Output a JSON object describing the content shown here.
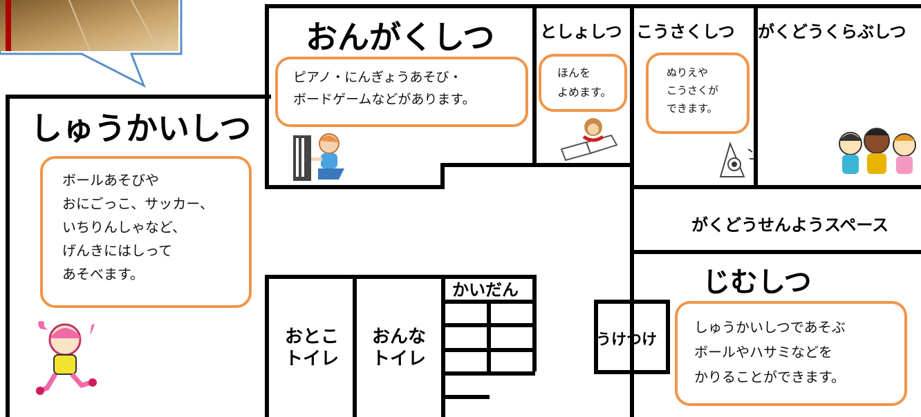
{
  "rooms": {
    "ongakushitsu": {
      "title": "おんがくしつ",
      "desc": "ピアノ・にんぎょうあそび・\nボードゲームなどがあります。"
    },
    "toshoshitsu": {
      "title": "としょしつ",
      "desc": "ほんを\nよめます。"
    },
    "kousakushitsu": {
      "title": "こうさくしつ",
      "desc": "ぬりえや\nこうさくが\nできます。"
    },
    "gakudou_club": {
      "title": "がくどうくらぶしつ"
    },
    "shuukaishitsu": {
      "title": "しゅうかいしつ",
      "desc": "ボールあそびや\nおにごっこ、サッカー、\nいちりんしゃなど、\nげんきにはしって\nあそべます。"
    },
    "gakudou_space": {
      "title": "がくどうせんようスペース"
    },
    "jimushitsu": {
      "title": "じむしつ",
      "desc": "しゅうかいしつであそぶ\nボールやハサミなどを\nかりることができます。"
    },
    "uketsuke": {
      "title": "うけつけ"
    },
    "kaidan": {
      "title": "かいだん"
    },
    "otoko_toilet": {
      "title": "おとこ\nトイレ"
    },
    "onna_toilet": {
      "title": "おんな\nトイレ"
    }
  },
  "colors": {
    "bubble_border": "#f0954a",
    "callout_border": "#5b8fc8",
    "photo": "#a67a3d"
  },
  "icons": [
    "piano-girl-icon",
    "reading-monkey-icon",
    "pencil-character-icon",
    "kids-group-icon",
    "running-girl-icon"
  ]
}
